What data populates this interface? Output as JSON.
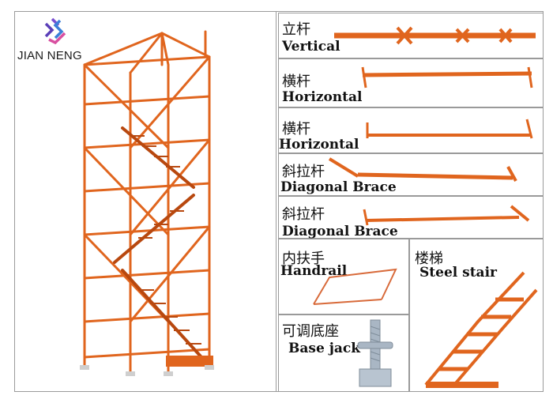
{
  "brand": {
    "name": "JIAN NENG",
    "icon": "jn-logo-icon"
  },
  "colors": {
    "steel": "#e0651e",
    "steel_dark": "#b8480f",
    "jack": "#a9b6c4"
  },
  "components": [
    {
      "cn": "立杆",
      "en": "Vertical"
    },
    {
      "cn": "横杆",
      "en": "Horizontal"
    },
    {
      "cn": "横杆",
      "en": "Horizontal"
    },
    {
      "cn": "斜拉杆",
      "en": "Diagonal Brace"
    },
    {
      "cn": "斜拉杆",
      "en": "Diagonal Brace"
    },
    {
      "cn": "内扶手",
      "en": "Handrail"
    },
    {
      "cn": "楼梯",
      "en": "Steel stair"
    },
    {
      "cn": "可调底座",
      "en": "Base jack"
    }
  ]
}
